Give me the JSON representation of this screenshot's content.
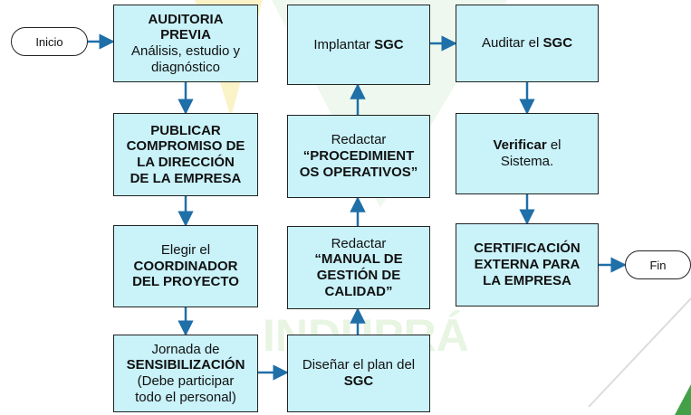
{
  "terminals": {
    "start": "Inicio",
    "end": "Fin"
  },
  "boxes": {
    "auditoria": {
      "title_1": "AUDITORIA",
      "title_2": "PREVIA",
      "text": "Análisis, estudio y diagnóstico"
    },
    "publicar": {
      "line_1": "PUBLICAR",
      "line_2": "COMPROMISO DE",
      "line_3": "LA DIRECCIÓN",
      "line_4": "DE LA EMPRESA"
    },
    "coordinador": {
      "text": "Elegir el",
      "bold_1": "COORDINADOR",
      "bold_2": "DEL PROYECTO"
    },
    "jornada": {
      "text": "Jornada de",
      "bold": "SENSIBILIZACIÓN",
      "note_1": "(Debe participar",
      "note_2": "todo el personal)"
    },
    "disenar": {
      "text": "Diseñar el plan del",
      "bold": "SGC"
    },
    "manual": {
      "text": "Redactar",
      "bold_1": "“MANUAL DE",
      "bold_2": "GESTIÓN DE",
      "bold_3": "CALIDAD”"
    },
    "procedimientos": {
      "text": "Redactar",
      "bold_1": "“PROCEDIMIENT",
      "bold_2": "OS OPERATIVOS”"
    },
    "implantar": {
      "text": "Implantar",
      "bold": "SGC"
    },
    "auditar": {
      "text": "Auditar el",
      "bold": "SGC"
    },
    "verificar": {
      "bold": "Verificar",
      "text_1": "el",
      "text_2": "Sistema."
    },
    "certificacion": {
      "line_1": "CERTIFICACIÓN",
      "line_2": "EXTERNA PARA",
      "line_3": "LA EMPRESA"
    }
  },
  "watermark": {
    "text": "INDUPRÁ"
  },
  "colors": {
    "box_fill": "#c9f2f9",
    "arrow": "#1f6fa8",
    "border": "#222222"
  }
}
